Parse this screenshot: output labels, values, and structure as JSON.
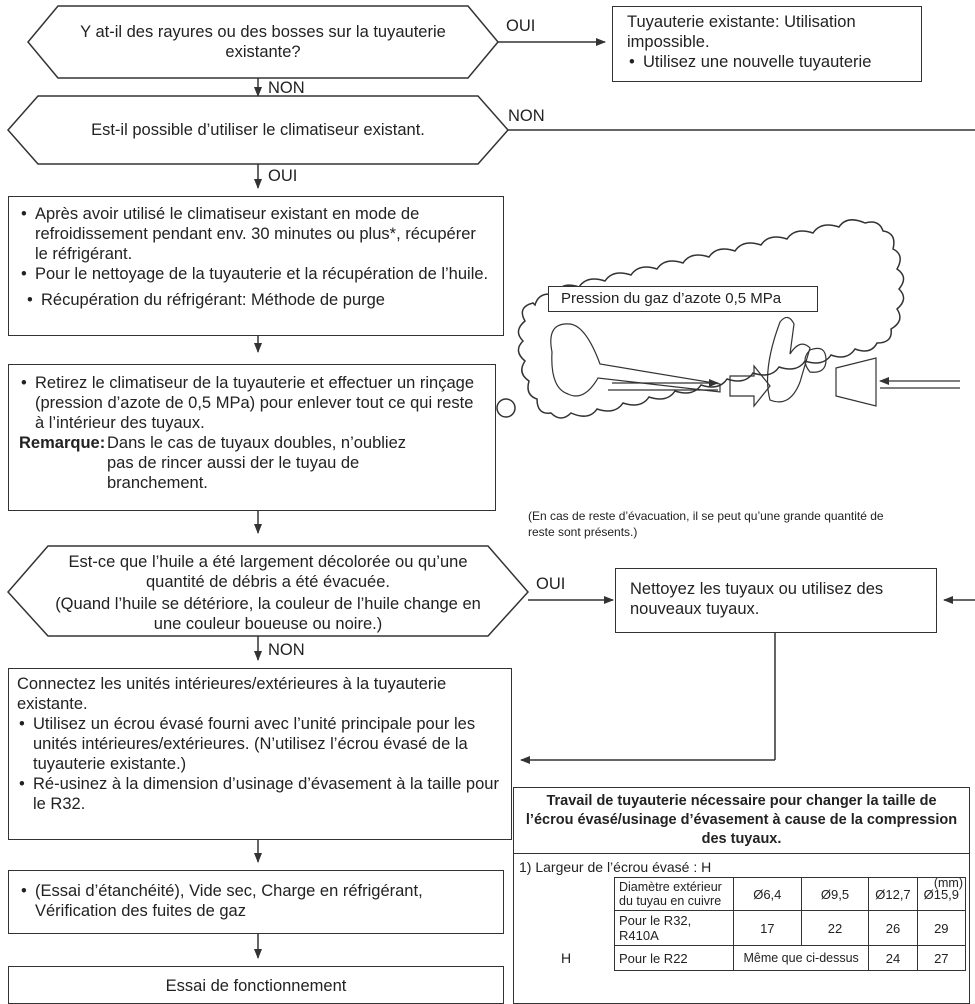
{
  "q1": {
    "text": "Y at-il des rayures ou des bosses sur la tuyauterie existante?"
  },
  "q1_yes_label": "OUI",
  "q1_no_label": "NON",
  "q1_result": {
    "title": "Tuyauterie existante: Utilisation impossible.",
    "bullet": "Utilisez une nouvelle tuyauterie"
  },
  "q2": {
    "text": "Est-il possible d’utiliser le climatiseur existant."
  },
  "q2_no_label": "NON",
  "q2_yes_label": "OUI",
  "step1": {
    "bullets": [
      "Après avoir utilisé le climatiseur existant en mode de refroidissement pendant env. 30 minutes ou plus*, récupérer le réfrigérant.",
      "Pour le nettoyage de la tuyauterie et la récupération de l’huile."
    ],
    "sub": "Récupération du réfrigérant: Méthode de purge"
  },
  "step2": {
    "bullet": "Retirez le climatiseur de la tuyauterie et effectuer un rinçage (pression d’azote de 0,5 MPa) pour enlever tout ce qui reste à l’intérieur des tuyaux.",
    "remark_label": "Remarque:",
    "remark_text": "Dans le cas de tuyaux doubles, n’oubliez pas de rincer aussi der le tuyau de branchement."
  },
  "cloud": {
    "label": "Pression du gaz d’azote 0,5 MPa"
  },
  "note_evac": "(En cas de reste d’évacuation, il se peut qu’une grande quantité de reste sont présents.)",
  "q3": {
    "line1": "Est-ce que l’huile a été largement décolorée ou qu’une quantité de débris a été évacuée.",
    "line2": "(Quand l’huile se détériore, la couleur de l’huile change en une couleur boueuse ou noire.)"
  },
  "q3_yes_label": "OUI",
  "q3_no_label": "NON",
  "q3_result": "Nettoyez les tuyaux ou utilisez des nouveaux tuyaux.",
  "step3": {
    "title": "Connectez les unités intérieures/extérieures à la tuyauterie existante.",
    "bullets": [
      "Utilisez un écrou évasé fourni avec l’unité principale pour les unités intérieures/extérieures. (N’utilisez l’écrou évasé de la tuyauterie existante.)",
      "Ré-usinez à la dimension d’usinage d’évasement à la taille pour le R32."
    ]
  },
  "step4": {
    "bullet": "(Essai d’étanchéité), Vide sec, Charge en réfrigérant, Vérification des fuites de gaz"
  },
  "step5": {
    "text": "Essai de fonctionnement"
  },
  "flare": {
    "title": "Travail de tuyauterie nécessaire pour changer la taille de l’écrou évasé/usinage d’évasement à cause de la compression des tuyaux.",
    "subtitle": "1) Largeur de l’écrou évasé : H",
    "unit": "(mm)",
    "nut_label": "H",
    "table": {
      "header": [
        "Diamètre extérieur du tuyau en cuivre",
        "Ø6,4",
        "Ø9,5",
        "Ø12,7",
        "Ø15,9"
      ],
      "row1": [
        "Pour le R32, R410A",
        "17",
        "22",
        "26",
        "29"
      ],
      "row2_label": "Pour le R22",
      "row2_merged": "Même que ci-dessus",
      "row2_values": [
        "24",
        "27"
      ]
    }
  }
}
